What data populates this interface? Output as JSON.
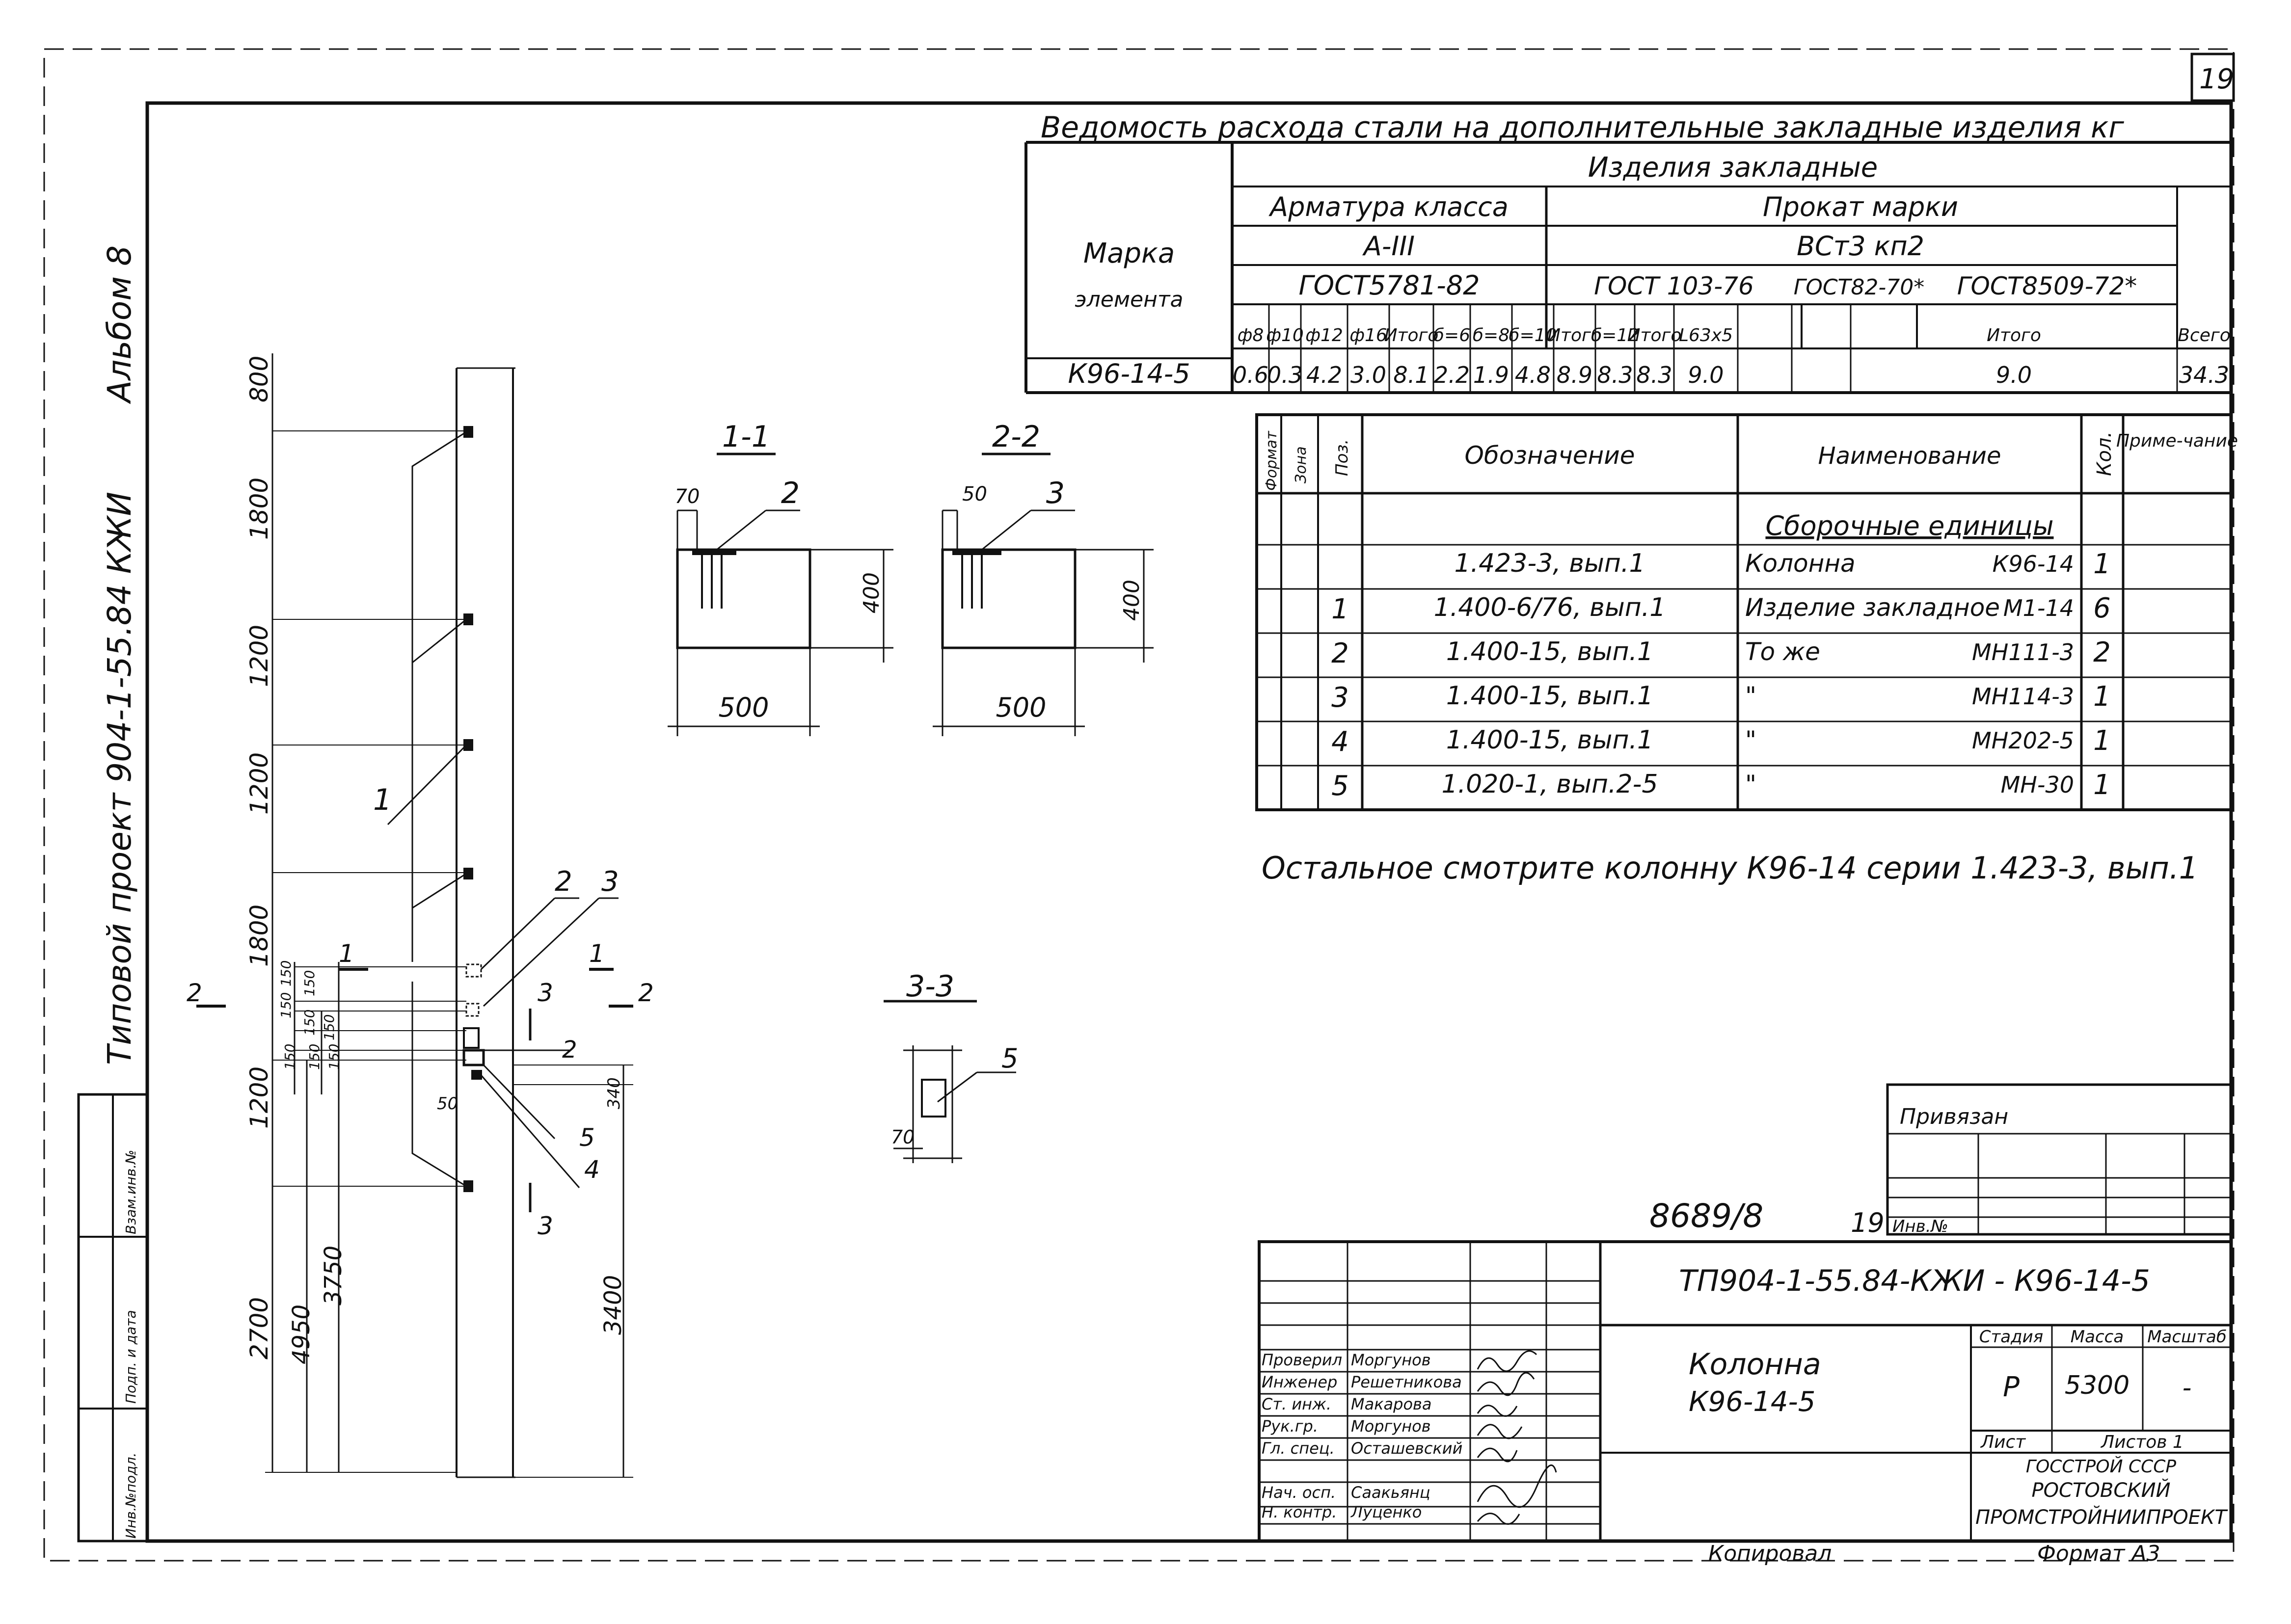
{
  "sheet_number": "19",
  "album_label": "Альбом 8",
  "project_label": "Типовой проект 904-1-55.84 КЖИ",
  "side_stamp": [
    "Взам.инв.№",
    "Подп. и дата",
    "Инв.№подл."
  ],
  "steel_table": {
    "title": "Ведомость расхода стали на дополнительные закладные изделия кг",
    "group": "Изделия закладные",
    "mark_header": [
      "Марка",
      "элемента"
    ],
    "rebar_header": "Арматура класса",
    "rebar_class": "А-III",
    "rebar_gost": "ГОСТ5781-82",
    "rolled_header": "Прокат марки",
    "rolled_grade": "ВСт3 кп2",
    "gost_a": "ГОСТ 103-76",
    "gost_b": "ГОСТ82-70*",
    "gost_c": "ГОСТ8509-72*",
    "columns": [
      "ф8",
      "ф10",
      "ф12",
      "ф16",
      "Итого",
      "б=6",
      "б=8",
      "б=10",
      "Итого",
      "б=12",
      "Итого",
      "L63х5",
      "",
      "",
      "Итого",
      "Всего"
    ],
    "row_mark": "К96-14-5",
    "row_values": [
      "0.6",
      "0.3",
      "4.2",
      "3.0",
      "8.1",
      "2.2",
      "1.9",
      "4.8",
      "8.9",
      "8.3",
      "8.3",
      "9.0",
      "",
      "",
      "9.0",
      "34.3"
    ]
  },
  "spec_table": {
    "headers": [
      "Формат",
      "Зона",
      "Поз.",
      "Обозначение",
      "Наименование",
      "Кол.",
      "Приме-чание"
    ],
    "section": "Сборочные единицы",
    "rows": [
      {
        "pos": "",
        "code": "1.423-3, вып.1",
        "name": "Колонна",
        "mark": "К96-14",
        "qty": "1"
      },
      {
        "pos": "1",
        "code": "1.400-6/76, вып.1",
        "name": "Изделие закладное",
        "mark": "М1-14",
        "qty": "6"
      },
      {
        "pos": "2",
        "code": "1.400-15, вып.1",
        "name": "То же",
        "mark": "МН111-3",
        "qty": "2"
      },
      {
        "pos": "3",
        "code": "1.400-15, вып.1",
        "name": "\"",
        "mark": "МН114-3",
        "qty": "1"
      },
      {
        "pos": "4",
        "code": "1.400-15, вып.1",
        "name": "\"",
        "mark": "МН202-5",
        "qty": "1"
      },
      {
        "pos": "5",
        "code": "1.020-1, вып.2-5",
        "name": "\"",
        "mark": "МН-30",
        "qty": "1"
      }
    ]
  },
  "note": "Остальное смотрите колонну К96-14 серии 1.423-3, вып.1",
  "sections": {
    "s11": {
      "label": "1-1",
      "dim_top": "70",
      "pos": "2",
      "height": "400",
      "width": "500"
    },
    "s22": {
      "label": "2-2",
      "dim_top": "50",
      "pos": "3",
      "height": "400",
      "width": "500"
    },
    "s33": {
      "label": "3-3",
      "pos": "5",
      "dim": "70"
    }
  },
  "elevation": {
    "dims_left": [
      "800",
      "1800",
      "1200",
      "1200",
      "1800",
      "1200",
      "2700"
    ],
    "small_dims": [
      "150",
      "150",
      "150",
      "150",
      "150",
      "150",
      "150",
      "150"
    ],
    "dim_4950": "4950",
    "dim_3750": "3750",
    "dim_3400": "3400",
    "dim_340": "340",
    "dim_50": "50",
    "pos_labels": [
      "1",
      "2",
      "3",
      "2",
      "5",
      "4"
    ],
    "cut_marks": [
      "1",
      "1",
      "2",
      "2",
      "3",
      "3"
    ]
  },
  "binding": {
    "label": "Привязан",
    "inv": "Инв.№"
  },
  "copy_number": "8689/8",
  "copy_sheet": "19",
  "title_block": {
    "code": "ТП904-1-55.84-КЖИ - К96-14-5",
    "name": [
      "Колонна",
      "К96-14-5"
    ],
    "stage_h": "Стадия",
    "mass_h": "Масса",
    "scale_h": "Масштаб",
    "stage": "Р",
    "mass": "5300",
    "scale": "-",
    "sheet_h": "Лист",
    "sheets_h": "Листов 1",
    "org": [
      "ГОССТРОЙ СССР",
      "РОСТОВСКИЙ",
      "ПРОМСТРОЙНИИПРОЕКТ"
    ],
    "roles": [
      "Проверил",
      "Инженер",
      "Ст. инж.",
      "Рук.гр.",
      "Гл. спец.",
      "Нач. осп.",
      "Н. контр."
    ],
    "names": [
      "Моргунов",
      "Решетникова",
      "Макарова",
      "Моргунов",
      "Осташевский",
      "Саакьянц",
      "Луценко"
    ]
  },
  "copied": "Копировал",
  "format": "Формат А3"
}
